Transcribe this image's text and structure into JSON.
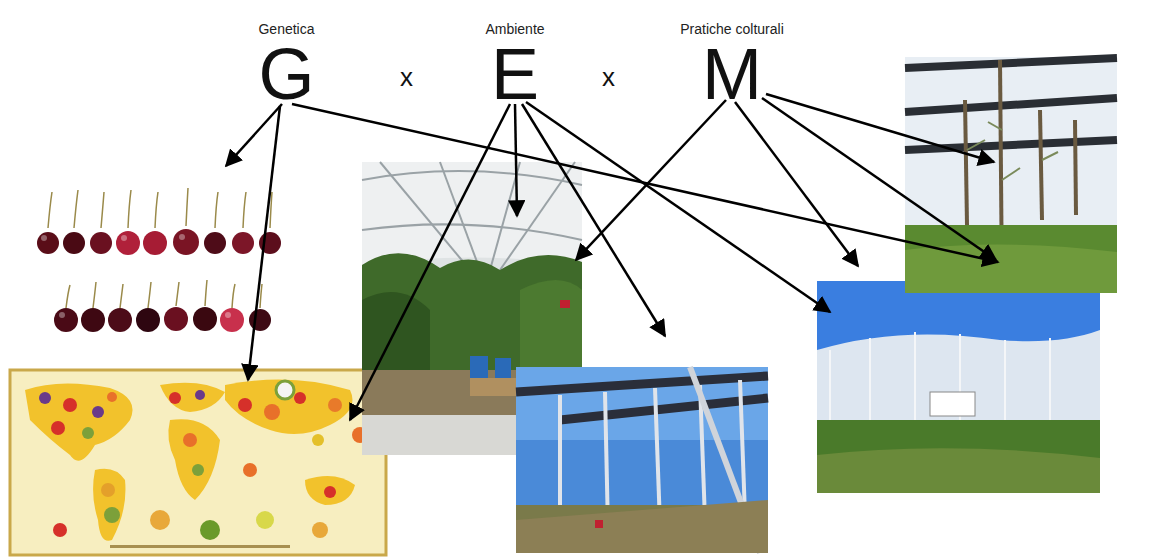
{
  "diagram": {
    "nodes": [
      {
        "text": [
          "Genetica",
          "G"
        ]
      },
      {
        "text": [
          "Ambiente",
          "E"
        ]
      },
      {
        "text": [
          "Pratiche colturali",
          "M"
        ]
      }
    ],
    "labels": [
      "x",
      "x"
    ]
  }
}
